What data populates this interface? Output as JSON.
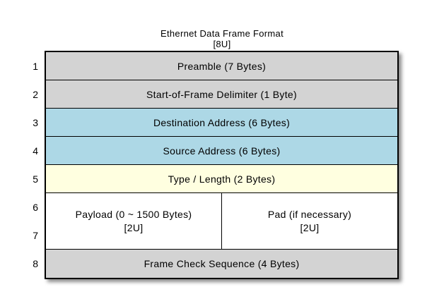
{
  "title": {
    "line1": "Ethernet Data Frame Format",
    "line2": "[8U]"
  },
  "palette": {
    "gray": "#d3d3d3",
    "blue": "#add8e6",
    "yellow": "#ffffe0",
    "white": "#ffffff",
    "border": "#000000"
  },
  "row_numbers": [
    "1",
    "2",
    "3",
    "4",
    "5",
    "6",
    "7",
    "8"
  ],
  "rows": [
    {
      "label": "Preamble (7 Bytes)",
      "fill": "#d3d3d3",
      "units": 1
    },
    {
      "label": "Start-of-Frame Delimiter (1 Byte)",
      "fill": "#d3d3d3",
      "units": 1
    },
    {
      "label": "Destination Address (6 Bytes)",
      "fill": "#add8e6",
      "units": 1
    },
    {
      "label": "Source Address (6 Bytes)",
      "fill": "#add8e6",
      "units": 1
    },
    {
      "label": "Type / Length (2 Bytes)",
      "fill": "#ffffe0",
      "units": 1
    },
    {
      "fill": "#ffffff",
      "units": 2,
      "left": {
        "line1": "Payload (0 ~ 1500 Bytes)",
        "line2": "[2U]"
      },
      "right": {
        "line1": "Pad (if necessary)",
        "line2": "[2U]"
      }
    },
    {
      "label": "Frame Check Sequence (4 Bytes)",
      "fill": "#d3d3d3",
      "units": 1
    }
  ]
}
